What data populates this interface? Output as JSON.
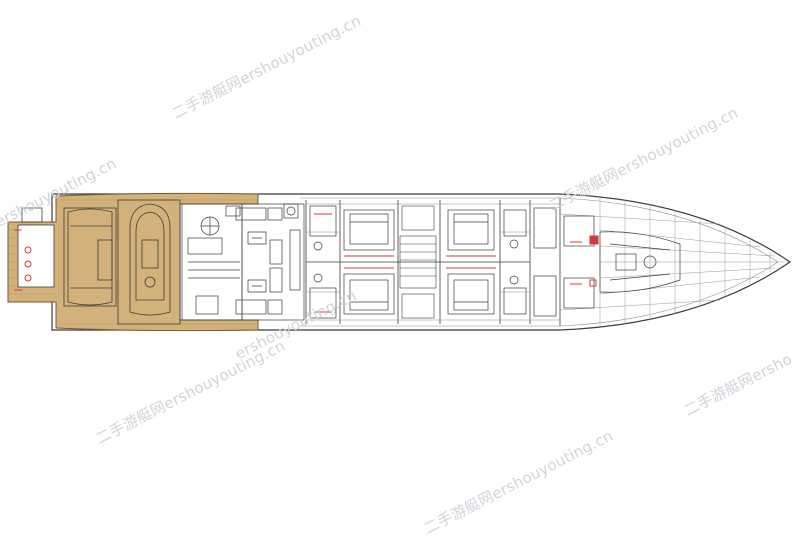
{
  "watermarks": {
    "text": "二手游艇网ershouyouting.cn",
    "partial_left": "ershouyouting.cn",
    "partial_mid": "ershouyouting.cn",
    "partial_right": "二手游艇网ersho"
  },
  "colors": {
    "teak": "#d2b27a",
    "teak_line": "#b9975d",
    "line": "#3c3c3c",
    "fine_line": "#8a8a8a",
    "accent_red": "#d23a3a",
    "watermark": "#cfd3d8"
  }
}
